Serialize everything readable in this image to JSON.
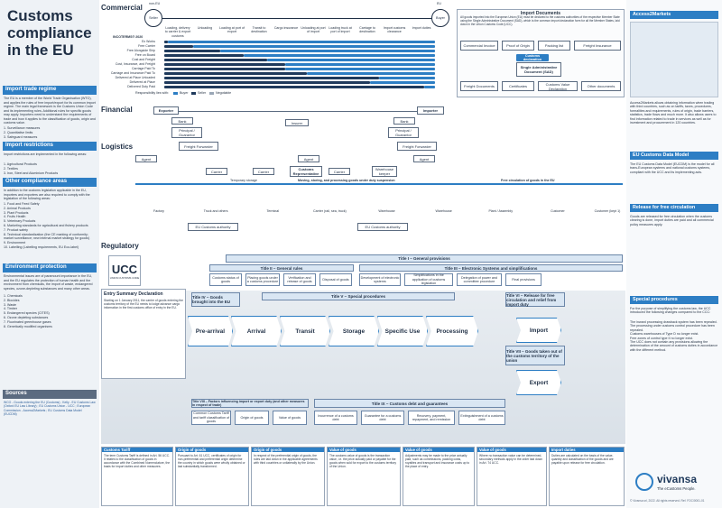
{
  "header": {
    "title": "Customs compliance in the EU"
  },
  "left_panel": {
    "import_trade_regime_head": "Import trade regime",
    "import_trade_regime_text": "The EU is a member of the World Trade Organisation (WTO), and applies the rules of free import/export for its common import regime. The main legal framework is the Customs Union Code and its implementing rules. Additional rules for specific goods may apply. Importers need to understand the requirements of trade and how it applies to the classification of goods, origin and customs value.",
    "import_trade_regime_items": [
      "1. Surveillance measures",
      "2. Quantitative limits",
      "3. Safeguard measures"
    ],
    "import_restrictions_head": "Import restrictions",
    "import_restrictions_text": "Import restrictions are implemented in the following areas:",
    "import_restrictions_items": [
      "1. Agricultural Products",
      "2. Textiles",
      "3. Iron, Steel and Aluminium Products"
    ],
    "other_compliance_head": "Other compliance areas",
    "other_compliance_text": "In addition to the customs legislation applicable in the EU, importers and exporters are also required to comply with the legislation of the following areas:",
    "other_compliance_items": [
      "1. Food and Feed Safety",
      "2. Animal Products",
      "3. Plant Products",
      "4. Fruits Health",
      "5. Veterinary Products",
      "6. Marketing standards for agricultural and fishery products",
      "7. Product safety",
      "8. Technical standardization (the CE marking of conformity; market surveillance; new internal market strategy for goods)",
      "9. Environment",
      "10. Labelling (Labelling requirements, EU Eco-label)"
    ],
    "environment_head": "Environment protection",
    "environment_text": "Environmental issues are of paramount importance in the EU, and the EU regulates the protection of human health and the environment from chemicals, the import of waste, endangered species, ozone-depleting substances and many other areas.",
    "environment_items": [
      "1. Chemicals",
      "2. Biocides",
      "3. Waste",
      "4. Timber",
      "5. Endangered species (CITES)",
      "6. Ozone depleting substances",
      "7. Fluorinated greenhouse gases",
      "8. Genetically modified organisms"
    ],
    "sources_head": "Sources",
    "sources_text": "WCO - Goods entering the EU (Customs) ; Kelly - EU Customs Law (Oxford EU Law Library) ; EU Customs Union - UCC ; European Commission - Access2Markets ; EU Customs Data Model (EUCDM)"
  },
  "sections": {
    "commercial": "Commercial",
    "financial": "Financial",
    "logistics": "Logistics",
    "regulatory": "Regulatory"
  },
  "commercial": {
    "seller": "Seller",
    "buyer": "Buyer",
    "non_eu": "non-EU",
    "eu": "EU",
    "stages": [
      "Loading, delivery to carrier & export customs",
      "Unloading",
      "Loading at port of export",
      "Transit to destination",
      "Cargo insurance",
      "Unloading at port of import",
      "Loading truck at port of import",
      "Carriage to destination",
      "Import customs clearance",
      "Import duties"
    ],
    "incoterms_title": "INCOTERMS® 2020",
    "incoterms": [
      "Ex Works",
      "Free Carrier",
      "Free Alongside Ship",
      "Free on Board",
      "Cost and Freight",
      "Cost, Insurance, and Freight",
      "Carriage Paid To",
      "Carriage and Insurance Paid To",
      "Delivered at Place Unloaded",
      "Delivered at Place",
      "Delivered Duty Paid"
    ],
    "responsibility_label": "Responsibility lies with:",
    "legend_buyer": "Buyer",
    "legend_seller": "Seller",
    "legend_negotiable": "Negotiable"
  },
  "import_documents": {
    "title": "Import Documents",
    "intro": "All goods imported into the European Union (EU) must be declared to the customs authorities of the respective Member State using the Single Administrative Document (SAD), which is the common import declaration form for all the Member States, laid down in the Union Customs Code (UCC).",
    "docs_top": [
      "Commercial Invoice",
      "Proof of Origin",
      "Packing list",
      "Freight Insurance"
    ],
    "customs_declaration": "Customs declaration",
    "sad": "Single Administrative Document (SAD)",
    "docs_bottom": [
      "Freight Documents",
      "Certificates",
      "Customs Value Declaration",
      "Other documents"
    ]
  },
  "financial": {
    "importer": "Importer",
    "exporter": "Exporter",
    "bank_left": "Bank",
    "bank_right": "Bank",
    "insurer": "Insurer",
    "principal_left": "Principal / Guarantor",
    "principal_right": "Principal / Guarantor"
  },
  "logistics": {
    "freight_forwarder_left": "Freight Forwarder",
    "freight_forwarder_right": "Freight Forwarder",
    "agents": [
      "Agent",
      "Agent",
      "Agent"
    ],
    "carriers": [
      "Carrier",
      "Carrier",
      "Carrier"
    ],
    "customs_representative": "Customs Representative",
    "warehouse_keeper": "Warehouse keeper",
    "temporary_storage": "Temporary storage",
    "movement_label": "Moving, storing, and processing goods under duty suspension",
    "free_circulation_label": "Free circulation of goods in the EU",
    "places": [
      "Factory",
      "Truck and others",
      "Terminal",
      "Carrier (rail, sea, truck)",
      "Warehouse",
      "Warehouse",
      "Plant / Assembly",
      "Customer",
      "Customer (kept 1)"
    ],
    "customs_authority_left": "EU Customs authority",
    "customs_authority_right": "EU Customs authority"
  },
  "regulatory": {
    "ucc_logo": "UCC",
    "ucc_subtitle": "UNION CUSTOMS CODE",
    "title_i": "Title I – General provisions",
    "title_ii": "Title II – General rules",
    "title_iii": "Title III – Electronic Systems and simplifications",
    "title_iv": "Title IV – Goods brought into the EU",
    "title_v": "Title V – Special procedures",
    "title_vi": "Title VI – Release for free circulation and relief from import duty",
    "title_vii": "Title VII – Goods taken out of the customs territory of the union",
    "title_viii": "Title VIII – Factors influencing import or export duty (and other measures in respect of trade)",
    "title_ix": "Title IX – Customs debt and guarantees",
    "gen_boxes": [
      "Customs status of goods",
      "Placing goods under a customs procedure",
      "Verification and release of goods",
      "Disposal of goods"
    ],
    "elec_boxes": [
      "Development of electronic systems",
      "Simplifications in the application of customs legislation",
      "Delegation of power and committee procedure",
      "Final provisions"
    ],
    "entry_summary_title": "Entry Summary Declaration",
    "entry_summary_text": "Starting on 1 January 2011, the carrier of goods entering the customs territory of the EU needs to lodge advance cargo information in the first customs office of entry in the EU.",
    "chevrons": [
      "Pre-arrival",
      "Arrival",
      "Transit",
      "Storage",
      "Specific Use",
      "Processing",
      "Import",
      "Export"
    ],
    "factor_boxes": [
      "Common Customs Tariff and tariff classification of goods",
      "Origin of goods",
      "Value of goods"
    ],
    "debt_boxes": [
      "Incurrence of a customs debt",
      "Guarantee for a customs debt",
      "Recovery, payment, repayment, and remission",
      "Extinguishment of a customs debt"
    ]
  },
  "definitions": [
    {
      "head": "Customs Tariff",
      "text": "The term Customs Tariff is defined in Art. 56 UCC. It relates to the classification of goods in accordance with the Combined Nomenclature, the basis for import duties and other measures."
    },
    {
      "head": "Origin of goods",
      "text": "Pursuant to Art. 61 UCC, certificates of origin for non-preferential and preferential origin determine the country in which goods were wholly obtained or last substantially transformed."
    },
    {
      "head": "Origin of goods",
      "text": "In respect of the preferential origin of goods, the rules are laid down in the applicable agreements with third countries or unilaterally by the Union."
    },
    {
      "head": "Value of goods",
      "text": "The customs value of goods is the transaction value, i.e. the price actually paid or payable for the goods when sold for export to the customs territory of the Union."
    },
    {
      "head": "Value of goods",
      "text": "Adjustments may be made to the price actually paid, such as commissions, packing costs, royalties and transport and insurance costs up to the place of entry."
    },
    {
      "head": "Value of goods",
      "text": "Where no transaction value can be determined, secondary methods apply in the order laid down in Art. 74 UCC."
    },
    {
      "head": "Import duties",
      "text": "Duties are calculated on the basis of the value, quantity and classification of the goods and are payable upon release for free circulation."
    }
  ],
  "right_panel": {
    "access2markets_head": "Access2Markets",
    "access2markets_text": "Access2Markets allows obtaining information when trading with third countries, such as on tariffs, taxes, procedures, formalities and requirements, rules of origin, trade barriers, statistics, trade flows and much more. It also allows users to find information related to trade in services as well as for investment and procurement in 120 countries.",
    "ucc_head": "EU Customs Data Model",
    "ucc_text": "The EU Customs Data Model (EUCDM) is the model for all trans-European systems and national customs systems, compliant with the UCC and its implementing acts.",
    "release_head": "Release for free circulation",
    "release_text": "Goods are released for free circulation when the customs clearing is done, import duties are paid and all commercial policy measures apply.",
    "simplified_head": "Special procedures",
    "simplified_text": "For the purpose of simplifying the customs law, the UCC introduced the following changes compared to the CCC:",
    "simplified_items": [
      "The inward processing drawback system has been repealed.",
      "The processing under customs control procedure has been repealed.",
      "Customs warehouses of Type D no longer exist.",
      "Free zones of control type II no longer exist.",
      "The UCC does not contain any provisions allowing the determination of the amount of customs duties in accordance with the different method."
    ],
    "vivansa_brand": "vivansa",
    "vivansa_tagline": "The eCustoms People.",
    "footer": "© Vivansa srl, 2022. All rights reserved. Ref. FOC/0001-01"
  }
}
